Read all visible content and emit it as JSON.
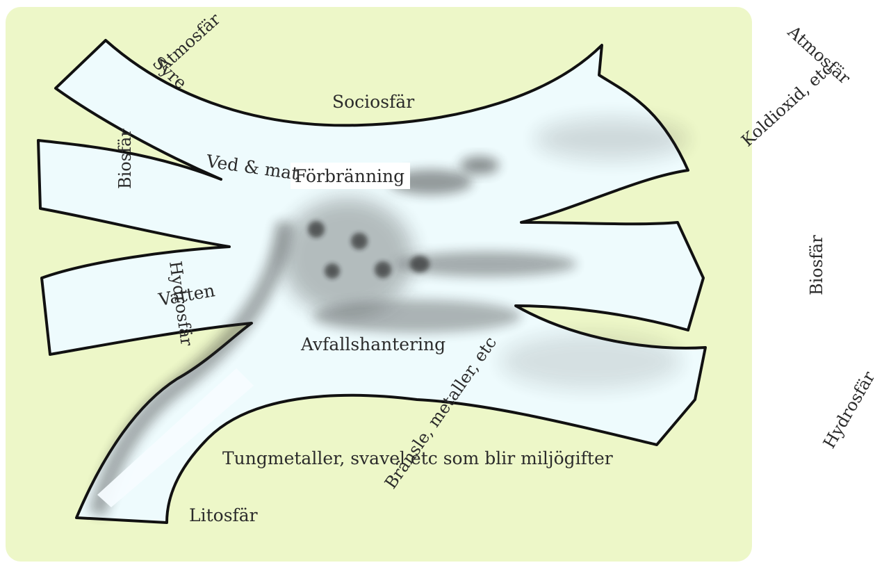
{
  "colors": {
    "panel": "#edf7c8",
    "flow_fill": "#eefbfd",
    "outline": "#111111",
    "smudge": "#2a2a2a",
    "text": "#2b2b2b"
  },
  "labels": {
    "atmosfar_top": "Atmosfär",
    "syre": "Syre",
    "sociosfar": "Sociosfär",
    "biosfar_left": "Biosfär",
    "ved_mat": "Ved & mat",
    "forbranning": "Förbränning",
    "vatten": "Vatten",
    "hydrosfar_left": "Hydrosfär",
    "avfallshantering": "Avfallshantering",
    "branle": "Bränsle, metaller, etc",
    "tungmetaller": "Tungmetaller, svavel etc som blir miljögifter",
    "litosfar": "Litosfär",
    "atmosfar_right": "Atmosfär",
    "koldioxid": "Koldioxid, etc",
    "biosfar_right": "Biosfär",
    "hydrosfar_right": "Hydrosfär"
  }
}
